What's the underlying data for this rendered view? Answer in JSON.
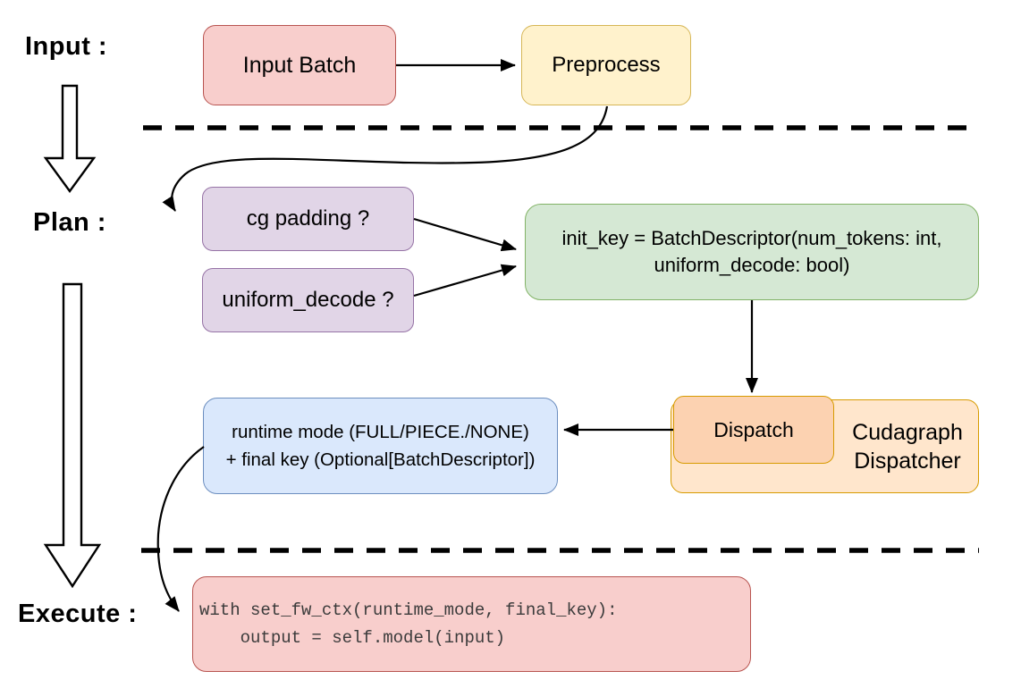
{
  "stages": {
    "input": {
      "label": "Input :"
    },
    "plan": {
      "label": "Plan :"
    },
    "execute": {
      "label": "Execute :"
    }
  },
  "nodes": {
    "input_batch": {
      "label": "Input Batch",
      "fill": "#f8cecc",
      "stroke": "#b85450"
    },
    "preprocess": {
      "label": "Preprocess",
      "fill": "#fff2cc",
      "stroke": "#d6b656"
    },
    "cg_padding": {
      "label": "cg padding ?",
      "fill": "#e1d5e7",
      "stroke": "#9673a6"
    },
    "uniform_decode": {
      "label": "uniform_decode ?",
      "fill": "#e1d5e7",
      "stroke": "#9673a6"
    },
    "init_key": {
      "lines": [
        "init_key = BatchDescriptor(num_tokens: int,",
        "uniform_decode: bool)"
      ],
      "fill": "#d5e8d4",
      "stroke": "#82b366"
    },
    "dispatch": {
      "label": "Dispatch",
      "fill": "#fcd2b1",
      "stroke": "#d79b00"
    },
    "cudagraph_dispatcher": {
      "label": "Cudagraph Dispatcher",
      "fill": "#ffe6cc",
      "stroke": "#d79b00"
    },
    "runtime_mode": {
      "lines": [
        "runtime mode (FULL/PIECE./NONE)",
        "+ final key (Optional[BatchDescriptor])"
      ],
      "fill": "#dae8fc",
      "stroke": "#6c8ebf"
    },
    "execute_code": {
      "lines": [
        "with set_fw_ctx(runtime_mode, final_key):",
        "    output = self.model(input)"
      ],
      "fill": "#f8cecc",
      "stroke": "#b85450",
      "text_color": "#3b3b3b"
    }
  },
  "connector_color": "#000000"
}
